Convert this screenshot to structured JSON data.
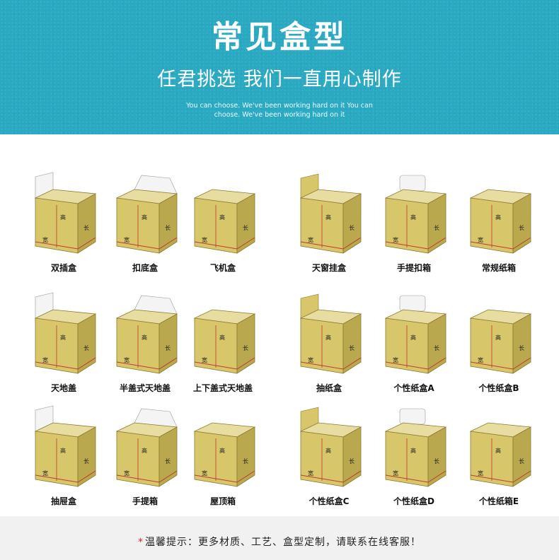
{
  "header": {
    "title": "常见盒型",
    "subtitle": "任君挑选 我们一直用心制作",
    "english_line1": "You can choose. We've been working hard on it You can",
    "english_line2": "choose. We've been working hard on it"
  },
  "dimension_labels": {
    "width": "宽",
    "height": "高",
    "length": "长"
  },
  "boxes": [
    {
      "label": "双插盒"
    },
    {
      "label": "扣底盒"
    },
    {
      "label": "飞机盒"
    },
    {
      "label": "天窗挂盒"
    },
    {
      "label": "手提扣箱"
    },
    {
      "label": "常规纸箱"
    },
    {
      "label": "天地盖"
    },
    {
      "label": "半盖式天地盖"
    },
    {
      "label": "上下盖式天地盖"
    },
    {
      "label": "抽纸盒"
    },
    {
      "label": "个性纸盒A"
    },
    {
      "label": "个性纸盒B"
    },
    {
      "label": "抽屉盒"
    },
    {
      "label": "手提箱"
    },
    {
      "label": "屋顶箱"
    },
    {
      "label": "个性纸盒C"
    },
    {
      "label": "个性纸盒D"
    },
    {
      "label": "个性纸箱E"
    }
  ],
  "footer": {
    "star": "*",
    "notice": "温馨提示：更多材质、工艺、盒型定制，请联系在线客服！"
  },
  "colors": {
    "banner": "#2aa9c2",
    "kraft": "#d8c66a",
    "kraft_dark": "#b9a84e",
    "accent_line": "#c0392b"
  }
}
